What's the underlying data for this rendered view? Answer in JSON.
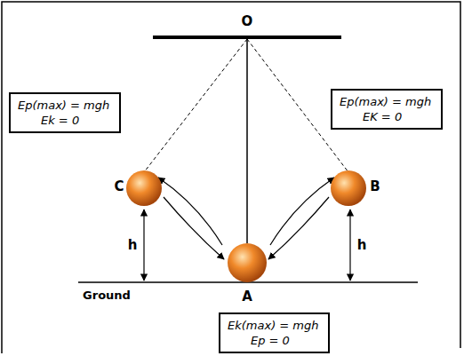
{
  "diagram": {
    "nodes": [
      {
        "text": [
          "Ep(max) = mgh",
          "Ek = 0"
        ]
      },
      {
        "text": [
          "Ep(max) = mgh",
          "EK = 0"
        ]
      },
      {
        "text": [
          "Ek(max) = mgh",
          "Ep = 0"
        ]
      }
    ],
    "labels": [
      "O",
      "C",
      "B",
      "A",
      "h",
      "h",
      "Ground"
    ]
  }
}
